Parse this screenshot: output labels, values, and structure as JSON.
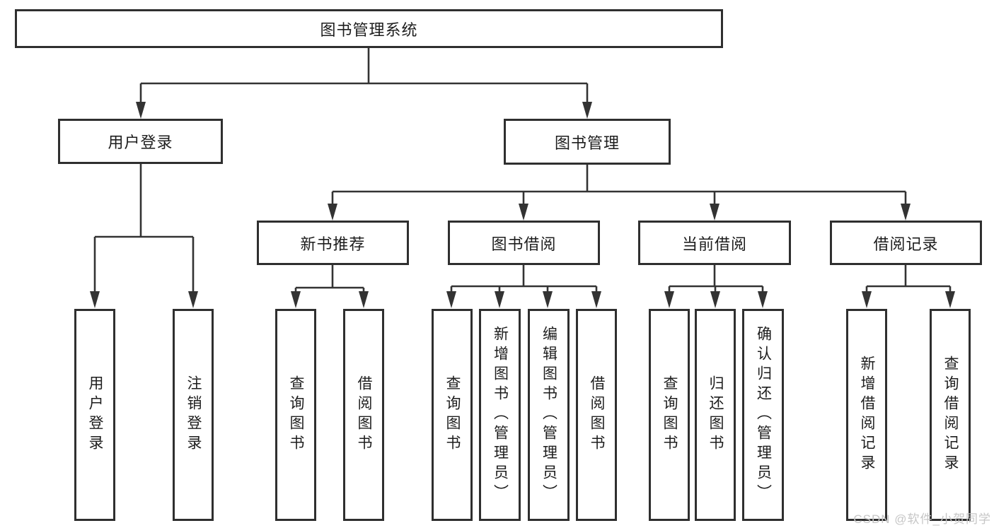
{
  "tree": {
    "root": {
      "label": "图书管理系统"
    },
    "branches": [
      {
        "label": "用户登录",
        "children": [
          {
            "label": "用户登录"
          },
          {
            "label": "注销登录"
          }
        ]
      },
      {
        "label": "图书管理",
        "children": [
          {
            "label": "新书推荐",
            "children": [
              {
                "label": "查询图书"
              },
              {
                "label": "借阅图书"
              }
            ]
          },
          {
            "label": "图书借阅",
            "children": [
              {
                "label": "查询图书"
              },
              {
                "label": "新增图书（管理员）"
              },
              {
                "label": "编辑图书（管理员）"
              },
              {
                "label": "借阅图书"
              }
            ]
          },
          {
            "label": "当前借阅",
            "children": [
              {
                "label": "查询图书"
              },
              {
                "label": "归还图书"
              },
              {
                "label": "确认归还（管理员）"
              }
            ]
          },
          {
            "label": "借阅记录",
            "children": [
              {
                "label": "新增借阅记录"
              },
              {
                "label": "查询借阅记录"
              }
            ]
          }
        ]
      }
    ]
  },
  "colors": {
    "line": "#333333",
    "box_border": "#2f2f2f",
    "box_fill": "#ffffff",
    "text": "#1d1d1d",
    "watermark": "#c6c6c6"
  },
  "watermark": {
    "text": "CSDN @软件_小贺同学"
  }
}
